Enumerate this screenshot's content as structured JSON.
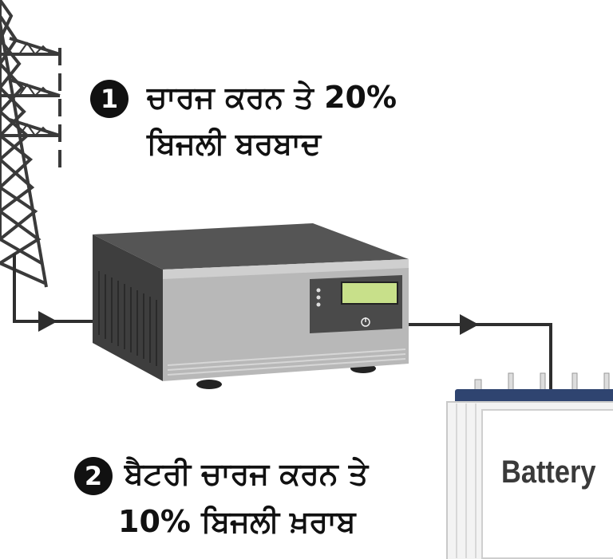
{
  "step1": {
    "number": "1",
    "line1": "ਚਾਰਜ ਕਰਨ ਤੇ 20%",
    "line2": "ਬਿਜਲੀ ਬਰਬਾਦ"
  },
  "step2": {
    "number": "2",
    "line1": "ਬੈਟਰੀ ਚਾਰਜ ਕਰਨ ਤੇ",
    "line2": "10% ਬਿਜਲੀ ਖ਼ਰਾਬ"
  },
  "battery": {
    "label": "Battery"
  },
  "colors": {
    "tower": "#3a3a3a",
    "wire": "#2e2e2e",
    "inverter_body": "#b8b8b8",
    "inverter_dark": "#4a4a4a",
    "display": "#c8e08a",
    "battery_body": "#f3f3f3",
    "battery_top": "#2f4470"
  },
  "icons": [
    "transmission-tower-icon",
    "inverter-icon",
    "battery-icon",
    "power-button-icon",
    "arrow-right-icon"
  ]
}
